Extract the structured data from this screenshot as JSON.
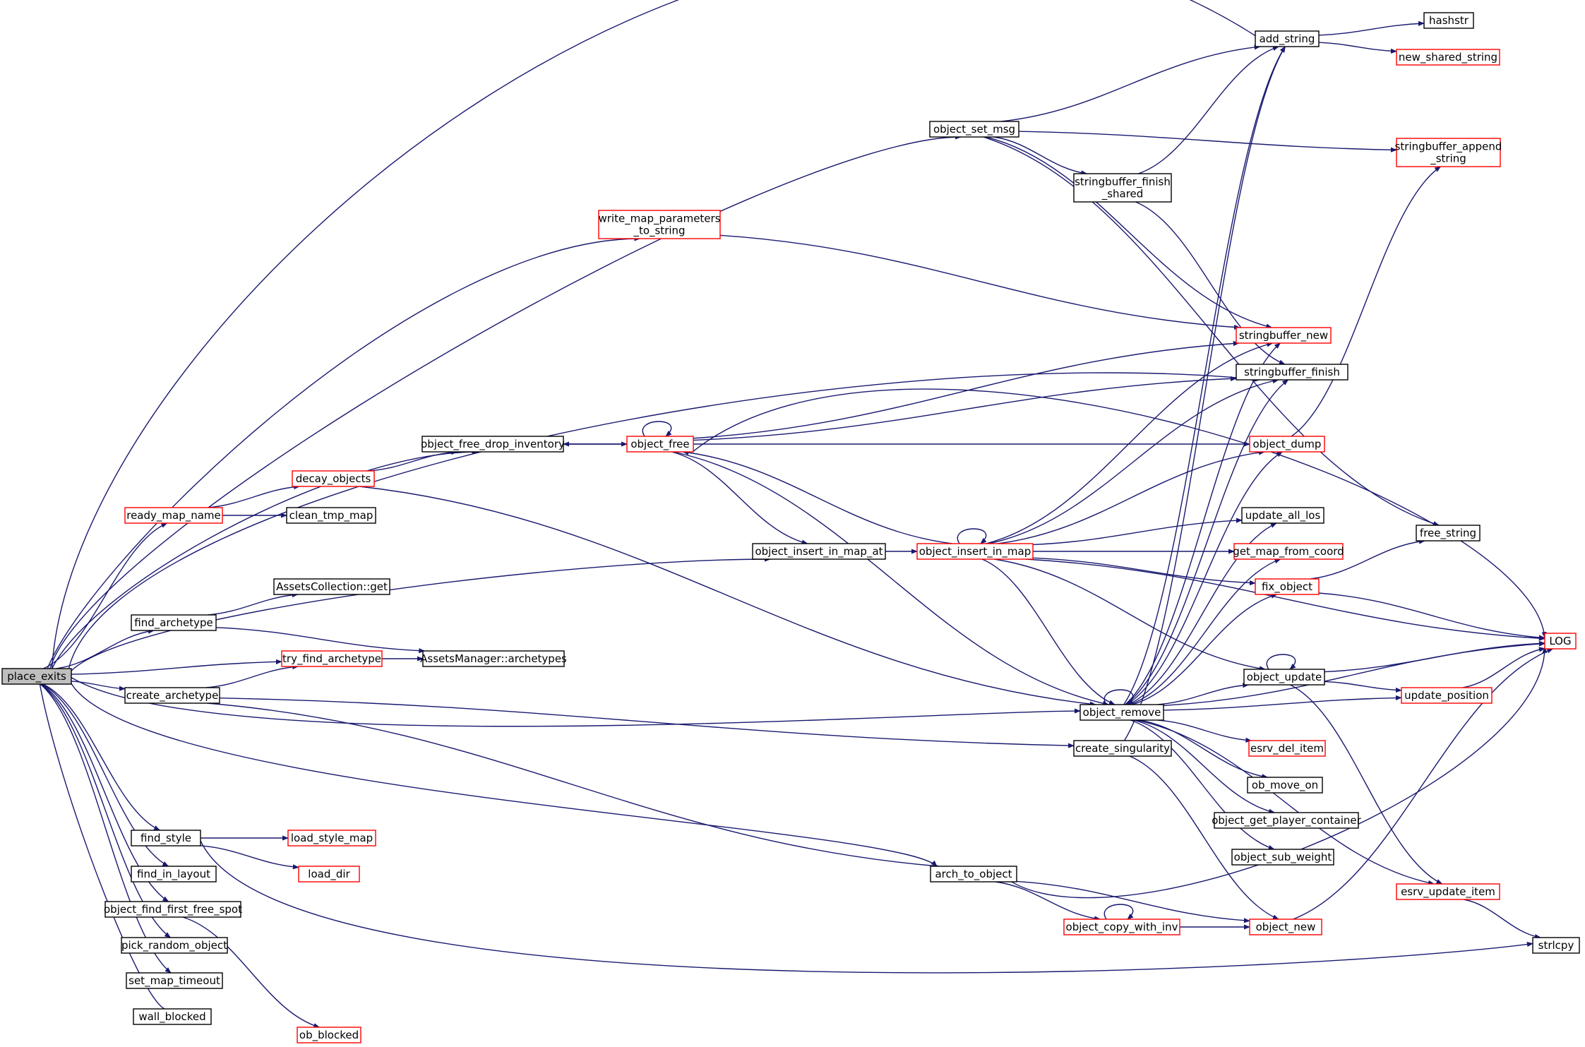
{
  "diagram": {
    "colors": {
      "edge": "#191970",
      "normal_border": "#000000",
      "truncated_border": "#ff0000",
      "root_fill": "#bfbfbf",
      "node_fill": "#ffffff"
    },
    "nodes": [
      {
        "id": "place_exits",
        "label": "place_exits",
        "style": "root"
      },
      {
        "id": "add_string",
        "label": "add_string",
        "style": "normal"
      },
      {
        "id": "hashstr",
        "label": "hashstr",
        "style": "normal"
      },
      {
        "id": "new_shared_string",
        "label": "new_shared_string",
        "style": "truncated"
      },
      {
        "id": "object_set_msg",
        "label": "object_set_msg",
        "style": "normal"
      },
      {
        "id": "stringbuffer_append_string",
        "label": "stringbuffer_append\n_string",
        "style": "truncated"
      },
      {
        "id": "stringbuffer_finish_shared",
        "label": "stringbuffer_finish\n_shared",
        "style": "normal"
      },
      {
        "id": "write_map_parameters_to_string",
        "label": "write_map_parameters\n_to_string",
        "style": "truncated"
      },
      {
        "id": "stringbuffer_new",
        "label": "stringbuffer_new",
        "style": "truncated"
      },
      {
        "id": "stringbuffer_finish",
        "label": "stringbuffer_finish",
        "style": "normal"
      },
      {
        "id": "object_free_drop_inventory",
        "label": "object_free_drop_inventory",
        "style": "normal"
      },
      {
        "id": "object_free",
        "label": "object_free",
        "style": "truncated"
      },
      {
        "id": "object_dump",
        "label": "object_dump",
        "style": "truncated"
      },
      {
        "id": "decay_objects",
        "label": "decay_objects",
        "style": "truncated"
      },
      {
        "id": "ready_map_name",
        "label": "ready_map_name",
        "style": "truncated"
      },
      {
        "id": "clean_tmp_map",
        "label": "clean_tmp_map",
        "style": "normal"
      },
      {
        "id": "update_all_los",
        "label": "update_all_los",
        "style": "normal"
      },
      {
        "id": "free_string",
        "label": "free_string",
        "style": "normal"
      },
      {
        "id": "object_insert_in_map_at",
        "label": "object_insert_in_map_at",
        "style": "normal"
      },
      {
        "id": "object_insert_in_map",
        "label": "object_insert_in_map",
        "style": "truncated"
      },
      {
        "id": "get_map_from_coord",
        "label": "get_map_from_coord",
        "style": "truncated"
      },
      {
        "id": "AssetsCollection_get",
        "label": "AssetsCollection::get",
        "style": "normal"
      },
      {
        "id": "fix_object",
        "label": "fix_object",
        "style": "truncated"
      },
      {
        "id": "find_archetype",
        "label": "find_archetype",
        "style": "normal"
      },
      {
        "id": "LOG",
        "label": "LOG",
        "style": "truncated"
      },
      {
        "id": "try_find_archetype",
        "label": "try_find_archetype",
        "style": "truncated"
      },
      {
        "id": "AssetsManager_archetypes",
        "label": "AssetsManager::archetypes",
        "style": "normal"
      },
      {
        "id": "object_update",
        "label": "object_update",
        "style": "normal"
      },
      {
        "id": "create_archetype",
        "label": "create_archetype",
        "style": "normal"
      },
      {
        "id": "update_position",
        "label": "update_position",
        "style": "truncated"
      },
      {
        "id": "object_remove",
        "label": "object_remove",
        "style": "normal"
      },
      {
        "id": "create_singularity",
        "label": "create_singularity",
        "style": "normal"
      },
      {
        "id": "esrv_del_item",
        "label": "esrv_del_item",
        "style": "truncated"
      },
      {
        "id": "ob_move_on",
        "label": "ob_move_on",
        "style": "normal"
      },
      {
        "id": "object_get_player_container",
        "label": "object_get_player_container",
        "style": "normal"
      },
      {
        "id": "find_style",
        "label": "find_style",
        "style": "normal"
      },
      {
        "id": "load_style_map",
        "label": "load_style_map",
        "style": "truncated"
      },
      {
        "id": "object_sub_weight",
        "label": "object_sub_weight",
        "style": "normal"
      },
      {
        "id": "arch_to_object",
        "label": "arch_to_object",
        "style": "normal"
      },
      {
        "id": "load_dir",
        "label": "load_dir",
        "style": "truncated"
      },
      {
        "id": "find_in_layout",
        "label": "find_in_layout",
        "style": "normal"
      },
      {
        "id": "esrv_update_item",
        "label": "esrv_update_item",
        "style": "truncated"
      },
      {
        "id": "object_find_first_free_spot",
        "label": "object_find_first_free_spot",
        "style": "normal"
      },
      {
        "id": "object_copy_with_inv",
        "label": "object_copy_with_inv",
        "style": "truncated"
      },
      {
        "id": "object_new",
        "label": "object_new",
        "style": "truncated"
      },
      {
        "id": "strlcpy",
        "label": "strlcpy",
        "style": "normal"
      },
      {
        "id": "pick_random_object",
        "label": "pick_random_object",
        "style": "normal"
      },
      {
        "id": "set_map_timeout",
        "label": "set_map_timeout",
        "style": "normal"
      },
      {
        "id": "wall_blocked",
        "label": "wall_blocked",
        "style": "normal"
      },
      {
        "id": "ob_blocked",
        "label": "ob_blocked",
        "style": "truncated"
      }
    ],
    "edges": [
      {
        "from": "place_exits",
        "to": "add_string"
      },
      {
        "from": "place_exits",
        "to": "object_set_msg"
      },
      {
        "from": "place_exits",
        "to": "write_map_parameters_to_string"
      },
      {
        "from": "place_exits",
        "to": "stringbuffer_finish"
      },
      {
        "from": "place_exits",
        "to": "object_free_drop_inventory"
      },
      {
        "from": "place_exits",
        "to": "ready_map_name"
      },
      {
        "from": "place_exits",
        "to": "object_insert_in_map_at"
      },
      {
        "from": "place_exits",
        "to": "find_archetype"
      },
      {
        "from": "place_exits",
        "to": "try_find_archetype"
      },
      {
        "from": "place_exits",
        "to": "create_archetype"
      },
      {
        "from": "place_exits",
        "to": "object_remove"
      },
      {
        "from": "place_exits",
        "to": "arch_to_object"
      },
      {
        "from": "place_exits",
        "to": "find_style"
      },
      {
        "from": "place_exits",
        "to": "find_in_layout"
      },
      {
        "from": "place_exits",
        "to": "object_find_first_free_spot"
      },
      {
        "from": "place_exits",
        "to": "pick_random_object"
      },
      {
        "from": "place_exits",
        "to": "set_map_timeout"
      },
      {
        "from": "place_exits",
        "to": "wall_blocked"
      },
      {
        "from": "add_string",
        "to": "hashstr"
      },
      {
        "from": "add_string",
        "to": "new_shared_string"
      },
      {
        "from": "object_set_msg",
        "to": "add_string"
      },
      {
        "from": "object_set_msg",
        "to": "stringbuffer_append_string"
      },
      {
        "from": "object_set_msg",
        "to": "stringbuffer_finish_shared"
      },
      {
        "from": "object_set_msg",
        "to": "stringbuffer_new"
      },
      {
        "from": "object_set_msg",
        "to": "free_string"
      },
      {
        "from": "stringbuffer_finish_shared",
        "to": "add_string"
      },
      {
        "from": "stringbuffer_finish_shared",
        "to": "stringbuffer_finish"
      },
      {
        "from": "write_map_parameters_to_string",
        "to": "stringbuffer_new"
      },
      {
        "from": "object_free_drop_inventory",
        "to": "object_free"
      },
      {
        "from": "object_free",
        "to": "object_free"
      },
      {
        "from": "object_free",
        "to": "object_free_drop_inventory"
      },
      {
        "from": "object_free",
        "to": "stringbuffer_new"
      },
      {
        "from": "object_free",
        "to": "stringbuffer_finish"
      },
      {
        "from": "object_free",
        "to": "object_dump"
      },
      {
        "from": "object_free",
        "to": "LOG"
      },
      {
        "from": "object_free",
        "to": "object_insert_in_map_at"
      },
      {
        "from": "object_free",
        "to": "object_remove"
      },
      {
        "from": "object_dump",
        "to": "stringbuffer_append_string"
      },
      {
        "from": "ready_map_name",
        "to": "decay_objects"
      },
      {
        "from": "ready_map_name",
        "to": "clean_tmp_map"
      },
      {
        "from": "decay_objects",
        "to": "object_free_drop_inventory"
      },
      {
        "from": "decay_objects",
        "to": "object_remove"
      },
      {
        "from": "object_insert_in_map_at",
        "to": "object_insert_in_map"
      },
      {
        "from": "object_insert_in_map",
        "to": "object_insert_in_map"
      },
      {
        "from": "object_insert_in_map",
        "to": "object_free"
      },
      {
        "from": "object_insert_in_map",
        "to": "stringbuffer_new"
      },
      {
        "from": "object_insert_in_map",
        "to": "stringbuffer_finish"
      },
      {
        "from": "object_insert_in_map",
        "to": "object_dump"
      },
      {
        "from": "object_insert_in_map",
        "to": "LOG"
      },
      {
        "from": "object_insert_in_map",
        "to": "update_all_los"
      },
      {
        "from": "object_insert_in_map",
        "to": "get_map_from_coord"
      },
      {
        "from": "object_insert_in_map",
        "to": "fix_object"
      },
      {
        "from": "object_insert_in_map",
        "to": "object_update"
      },
      {
        "from": "object_insert_in_map",
        "to": "object_remove"
      },
      {
        "from": "find_archetype",
        "to": "AssetsCollection_get"
      },
      {
        "from": "find_archetype",
        "to": "AssetsManager_archetypes"
      },
      {
        "from": "try_find_archetype",
        "to": "AssetsManager_archetypes"
      },
      {
        "from": "create_archetype",
        "to": "try_find_archetype"
      },
      {
        "from": "create_archetype",
        "to": "create_singularity"
      },
      {
        "from": "create_archetype",
        "to": "arch_to_object"
      },
      {
        "from": "fix_object",
        "to": "free_string"
      },
      {
        "from": "fix_object",
        "to": "LOG"
      },
      {
        "from": "object_update",
        "to": "object_update"
      },
      {
        "from": "object_update",
        "to": "LOG"
      },
      {
        "from": "object_update",
        "to": "update_position"
      },
      {
        "from": "object_update",
        "to": "esrv_update_item"
      },
      {
        "from": "update_position",
        "to": "LOG"
      },
      {
        "from": "object_remove",
        "to": "object_remove"
      },
      {
        "from": "object_remove",
        "to": "add_string"
      },
      {
        "from": "object_remove",
        "to": "stringbuffer_new"
      },
      {
        "from": "object_remove",
        "to": "stringbuffer_finish"
      },
      {
        "from": "object_remove",
        "to": "object_dump"
      },
      {
        "from": "object_remove",
        "to": "update_all_los"
      },
      {
        "from": "object_remove",
        "to": "get_map_from_coord"
      },
      {
        "from": "object_remove",
        "to": "fix_object"
      },
      {
        "from": "object_remove",
        "to": "LOG"
      },
      {
        "from": "object_remove",
        "to": "object_update"
      },
      {
        "from": "object_remove",
        "to": "update_position"
      },
      {
        "from": "object_remove",
        "to": "esrv_del_item"
      },
      {
        "from": "object_remove",
        "to": "ob_move_on"
      },
      {
        "from": "object_remove",
        "to": "object_get_player_container"
      },
      {
        "from": "object_remove",
        "to": "object_sub_weight"
      },
      {
        "from": "object_remove",
        "to": "esrv_update_item"
      },
      {
        "from": "create_singularity",
        "to": "add_string"
      },
      {
        "from": "create_singularity",
        "to": "object_new"
      },
      {
        "from": "find_style",
        "to": "load_style_map"
      },
      {
        "from": "find_style",
        "to": "load_dir"
      },
      {
        "from": "find_style",
        "to": "strlcpy"
      },
      {
        "from": "arch_to_object",
        "to": "object_copy_with_inv"
      },
      {
        "from": "arch_to_object",
        "to": "object_new"
      },
      {
        "from": "arch_to_object",
        "to": "LOG"
      },
      {
        "from": "object_copy_with_inv",
        "to": "object_copy_with_inv"
      },
      {
        "from": "object_copy_with_inv",
        "to": "object_new"
      },
      {
        "from": "object_new",
        "to": "LOG"
      },
      {
        "from": "esrv_update_item",
        "to": "strlcpy"
      },
      {
        "from": "object_find_first_free_spot",
        "to": "ob_blocked"
      }
    ]
  }
}
